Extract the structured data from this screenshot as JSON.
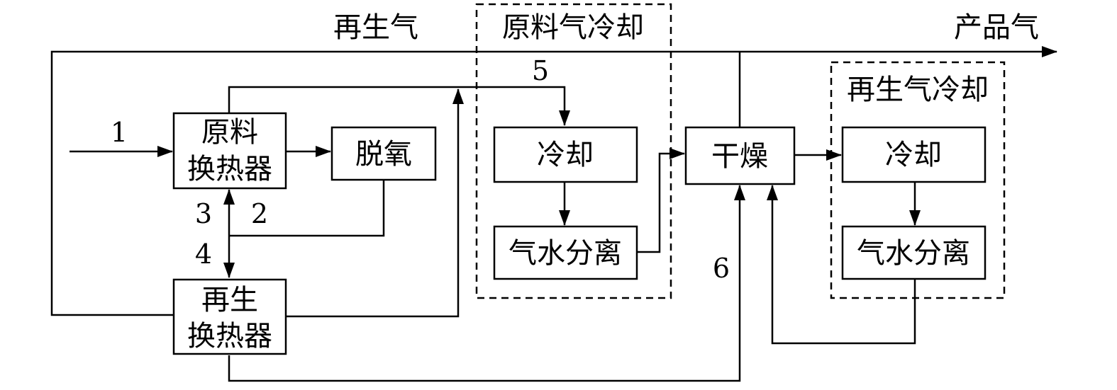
{
  "labels": {
    "regen_gas": "再生气",
    "product_gas": "产品气",
    "feed_cooling_group": "原料气冷却",
    "regen_cooling_group": "再生气冷却"
  },
  "boxes": {
    "feed_hx_line1": "原料",
    "feed_hx_line2": "换热器",
    "deoxygen": "脱氧",
    "regen_hx_line1": "再生",
    "regen_hx_line2": "换热器",
    "cooling_1": "冷却",
    "separator_1": "气水分离",
    "dryer": "干燥",
    "cooling_2": "冷却",
    "separator_2": "气水分离"
  },
  "streams": {
    "s1": "1",
    "s2": "2",
    "s3": "3",
    "s4": "4",
    "s5": "5",
    "s6": "6"
  }
}
